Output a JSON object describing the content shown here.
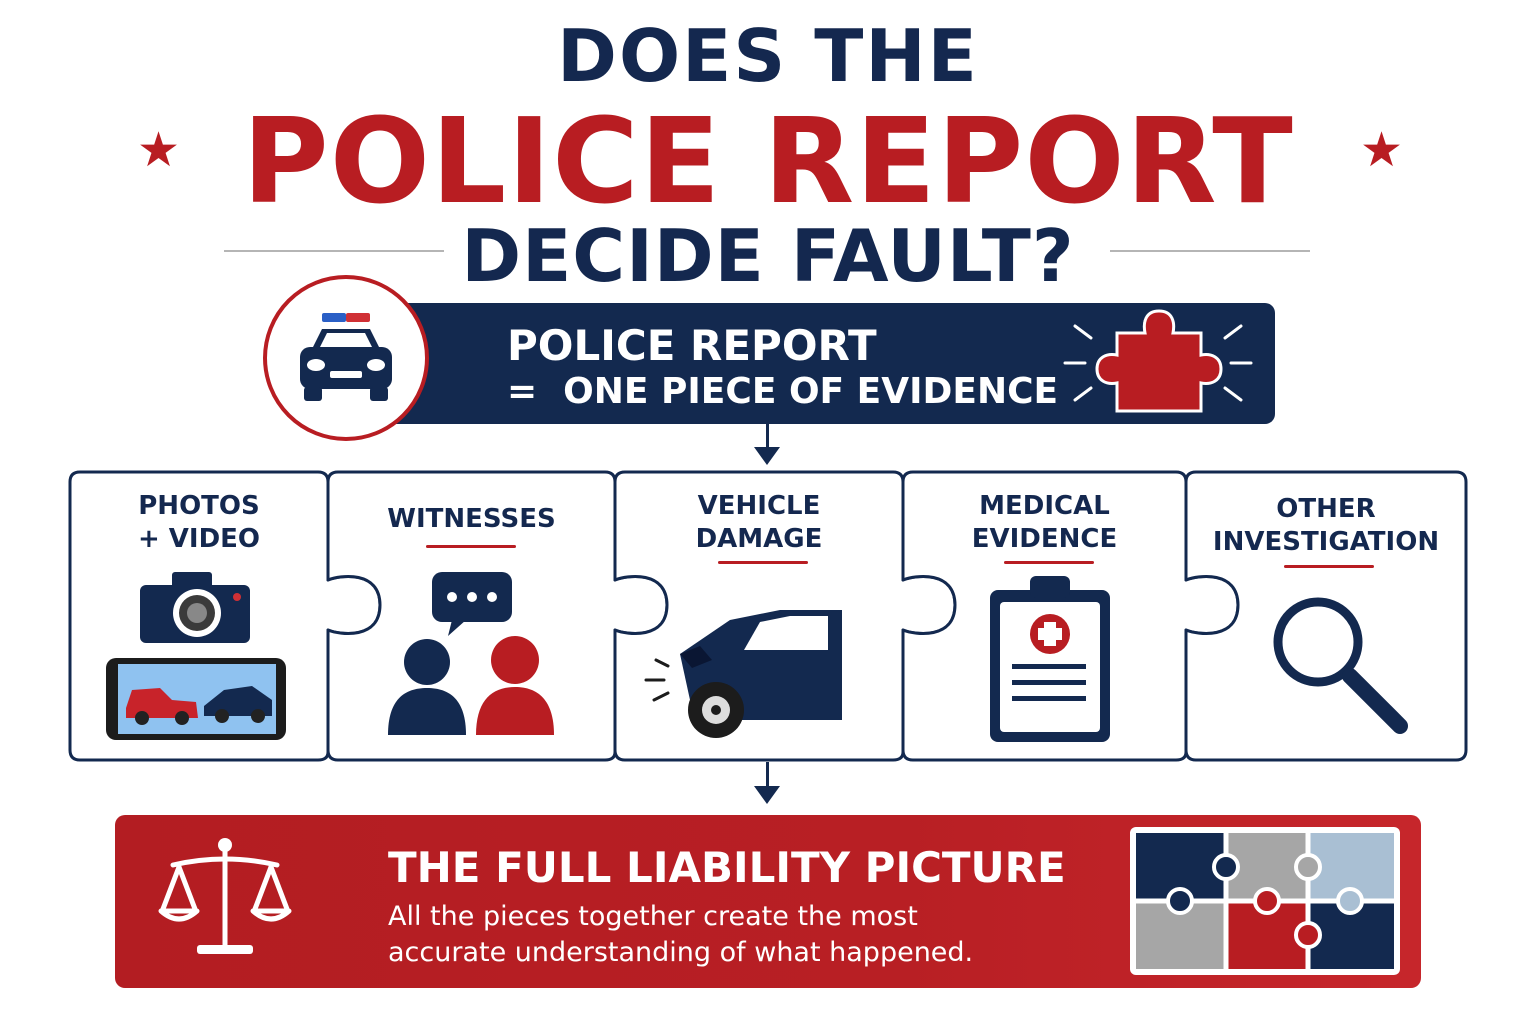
{
  "title": {
    "line1": "DOES THE",
    "line2": "POLICE REPORT",
    "line3": "DECIDE FAULT?"
  },
  "police_report": {
    "line1": "POLICE REPORT",
    "equals": "=",
    "line2": "ONE PIECE OF EVIDENCE"
  },
  "evidence_pieces": [
    {
      "label_lines": [
        "PHOTOS",
        "+ VIDEO"
      ],
      "icon": "camera-icon"
    },
    {
      "label_lines": [
        "WITNESSES"
      ],
      "icon": "witnesses-icon"
    },
    {
      "label_lines": [
        "VEHICLE",
        "DAMAGE"
      ],
      "icon": "damaged-car-icon"
    },
    {
      "label_lines": [
        "MEDICAL",
        "EVIDENCE"
      ],
      "icon": "clipboard-medical-icon"
    },
    {
      "label_lines": [
        "OTHER",
        "INVESTIGATION"
      ],
      "icon": "magnifying-glass-icon"
    }
  ],
  "conclusion": {
    "title": "THE FULL LIABILITY PICTURE",
    "body_line1": "All the pieces together create the most",
    "body_line2": "accurate understanding of what happened."
  },
  "colors": {
    "navy": "#13294f",
    "red": "#b81d22",
    "gray": "#a6a6a6",
    "light_blue": "#a9bfd3",
    "sky": "#8fc2f0"
  }
}
